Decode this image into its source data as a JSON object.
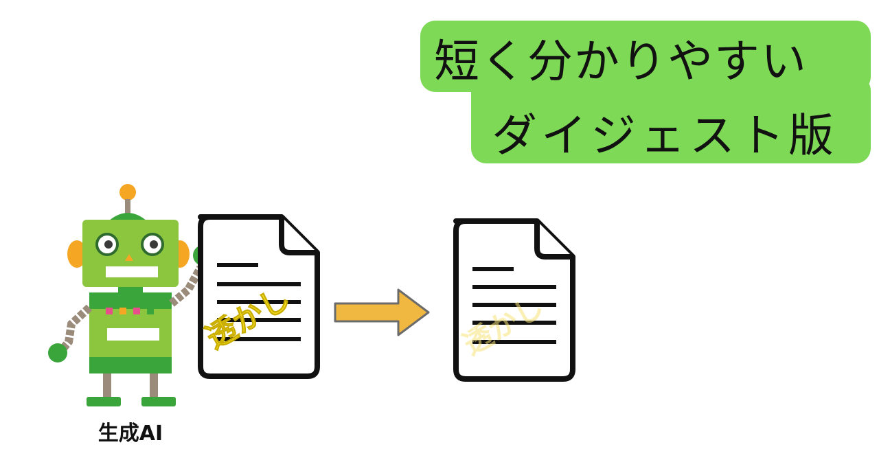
{
  "banner": {
    "line1": "短く分かりやすい",
    "line2": "ダイジェスト版",
    "background": "#7ed956"
  },
  "robot": {
    "label": "生成AI",
    "body_color": "#8cc63f",
    "accent_color": "#f5a623"
  },
  "documents": {
    "watermark_text": "透かし",
    "watermark_color": "#f6e11f"
  },
  "arrow": {
    "color": "#f0b840"
  }
}
